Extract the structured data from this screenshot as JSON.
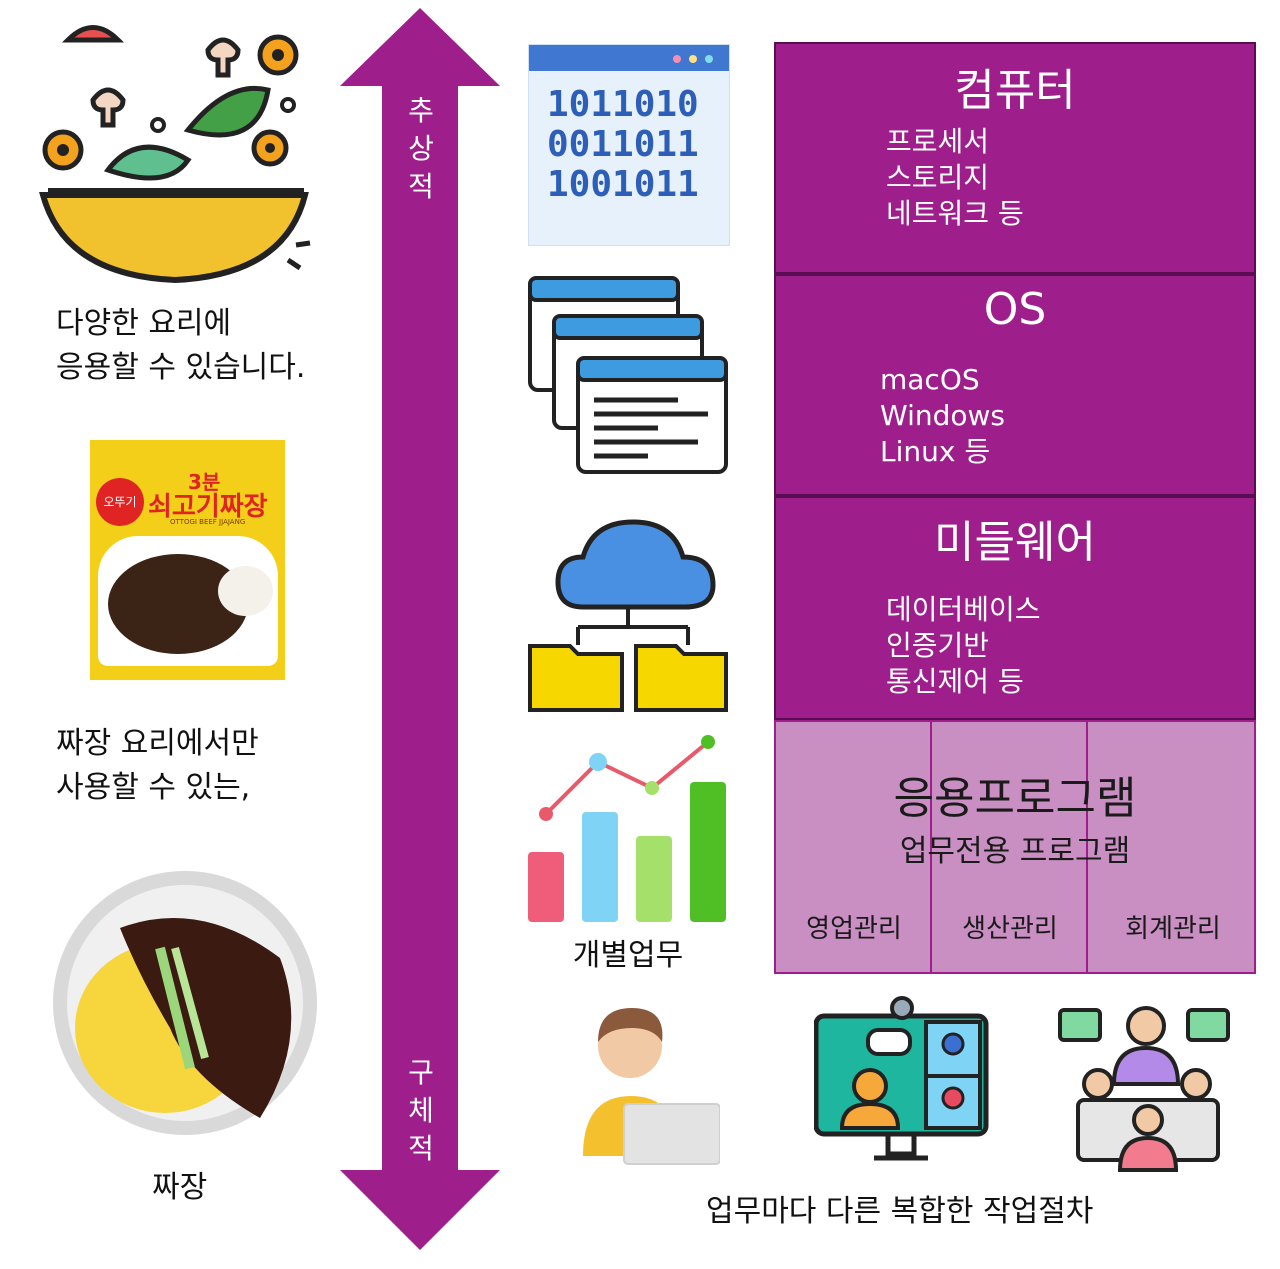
{
  "left": {
    "caption1_line1": "다양한 요리에",
    "caption1_line2": "응용할 수 있습니다.",
    "package_brand": "오뚜기",
    "package_title_top": "3분",
    "package_title": "쇠고기짜장",
    "package_subtitle": "OTTOGI BEEF JJAJANG",
    "caption2_line1": "짜장 요리에서만",
    "caption2_line2": "사용할 수 있는,",
    "caption3": "짜장"
  },
  "axis": {
    "top_label": [
      "추",
      "상",
      "적"
    ],
    "bottom_label": [
      "구",
      "체",
      "적"
    ],
    "color": "#9e1f8c"
  },
  "icons": {
    "binary_lines": [
      "1011010",
      "0011011",
      "1001011"
    ],
    "chart_label": "개별업무",
    "bottom_caption": "업무마다 다른 복합한 작업절차"
  },
  "layers": {
    "computer": {
      "title": "컴퓨터",
      "items": [
        "프로세서",
        "스토리지",
        "네트워크 등"
      ]
    },
    "os": {
      "title": "OS",
      "items": [
        "macOS",
        "Windows",
        "Linux 등"
      ]
    },
    "middleware": {
      "title": "미들웨어",
      "items": [
        "데이터베이스",
        "인증기반",
        "통신제어 등"
      ]
    },
    "app": {
      "title": "응용프로그램",
      "subtitle": "업무전용 프로그램",
      "columns": [
        "영업관리",
        "생산관리",
        "회계관리"
      ]
    },
    "colors": {
      "layer_fill": "#9e1f8c",
      "app_fill": "#c98fc3"
    }
  }
}
